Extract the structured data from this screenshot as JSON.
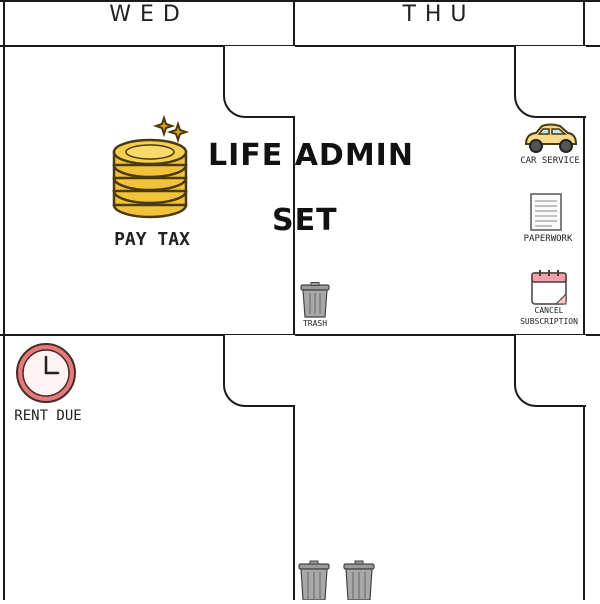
{
  "header": {
    "days": [
      "WED",
      "THU"
    ]
  },
  "title": {
    "line1": "LIFE ADMIN",
    "line2": "SET"
  },
  "stickers": {
    "pay_tax": "PAY TAX",
    "car_service": "CAR SERVICE",
    "paperwork": "PAPERWORK",
    "trash": "TRASH",
    "cancel_subscription_1": "CANCEL",
    "cancel_subscription_2": "SUBSCRIPTION",
    "rent_due": "RENT DUE"
  },
  "colors": {
    "grid": "#1a1a1a",
    "coin": "#f2c23a",
    "coin_edge": "#c99a17",
    "car": "#f7d98a",
    "clock": "#e27a7a",
    "calendar": "#f0a0a8",
    "trash": "#8e8e8e"
  }
}
